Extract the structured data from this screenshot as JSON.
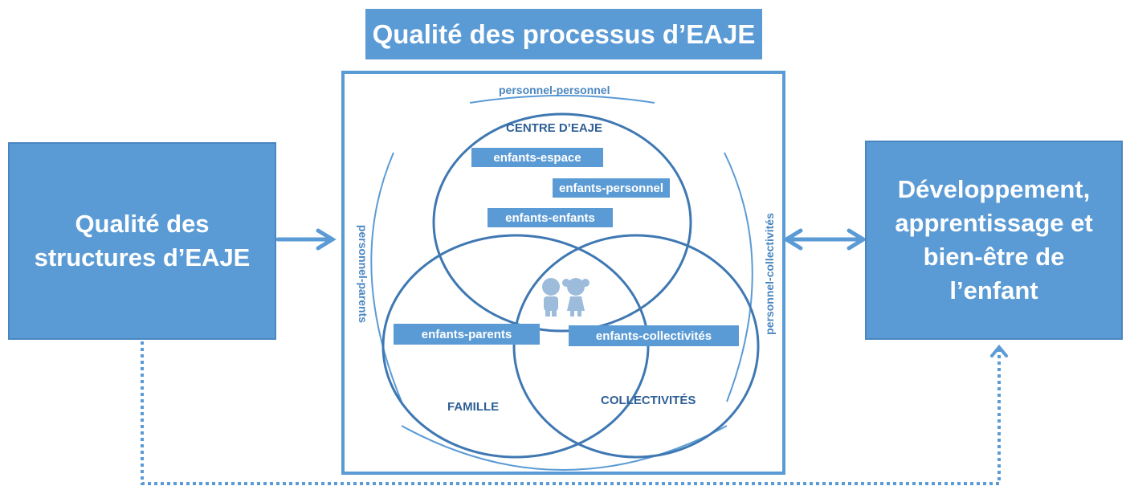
{
  "title": "Qualité des processus d’EAJE",
  "left_box": "Qualité des\nstructures d’EAJE",
  "right_box": "Développement,\napprentissage et\nbien-être de\nl’enfant",
  "arc_labels": {
    "top": "personnel-personnel",
    "left": "personnel-parents",
    "right": "personnel-collectivités"
  },
  "circles": {
    "centre": "CENTRE D’EAJE",
    "famille": "FAMILLE",
    "collectivites": "COLLECTIVITÉS"
  },
  "relation_labels": {
    "enfants_espace": "enfants-espace",
    "enfants_personnel": "enfants-personnel",
    "enfants_enfants": "enfants-enfants",
    "enfants_parents": "enfants-parents",
    "enfants_collectivites": "enfants-collectivités"
  },
  "icons": [
    "boy-icon",
    "girl-icon"
  ],
  "colors": {
    "box_fill": "#5b9bd5",
    "line": "#4a86c0",
    "dark_text": "#2e5f96",
    "icon": "#9dbcdc"
  }
}
